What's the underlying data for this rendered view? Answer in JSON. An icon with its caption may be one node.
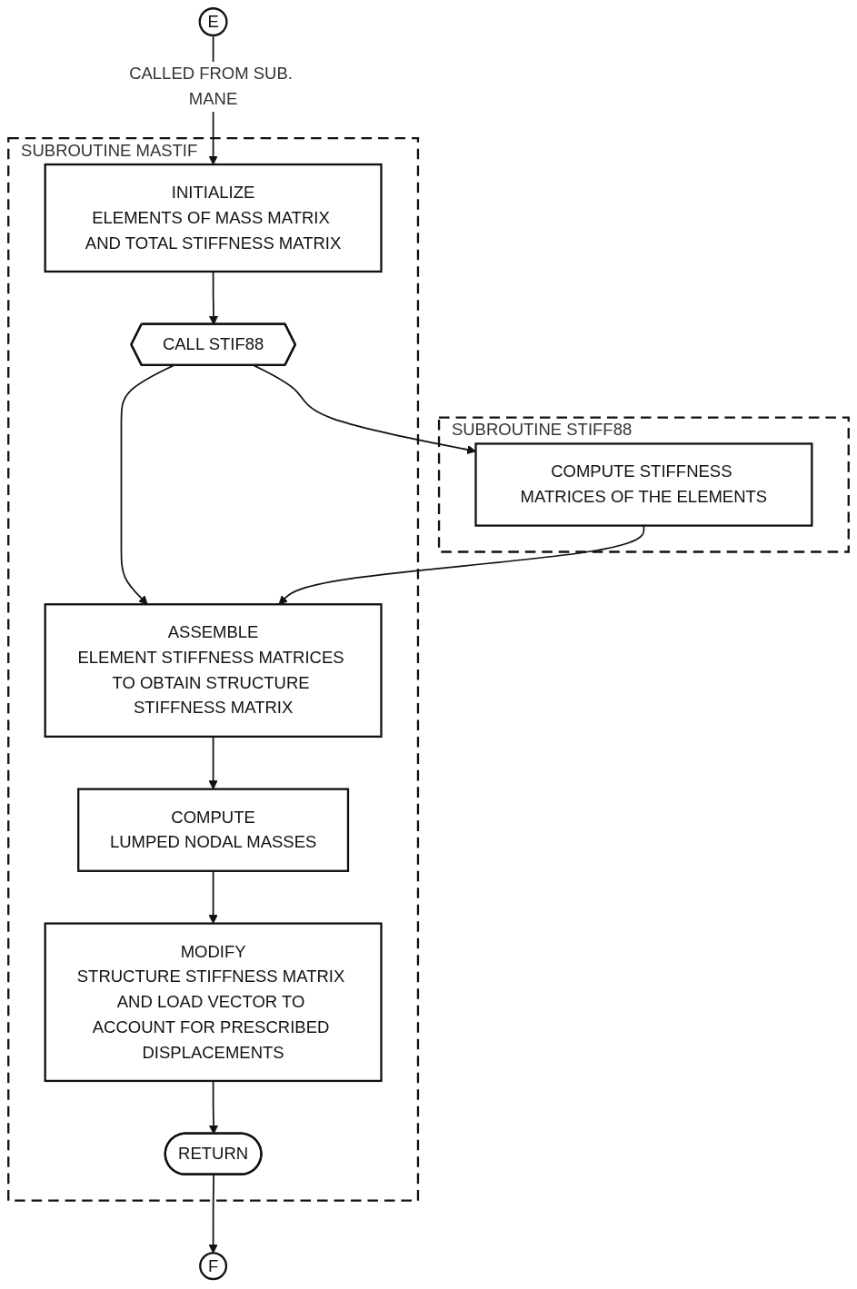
{
  "diagram": {
    "nodes": [
      {
        "text": [
          "E"
        ]
      },
      {
        "text": [
          "SUBROUTINE MASTIF"
        ]
      },
      {
        "text": [
          "INITIALIZE",
          "ELEMENTS OF MASS MATRIX AND TOTAL STIFFNESS MATRIX"
        ],
        "in": 1
      },
      {
        "text": [
          "CALL STIF88"
        ],
        "in": 1
      },
      {
        "text": [
          "SUBROUTINE STIFF88"
        ]
      },
      {
        "text": [
          "COMPUTE STIFFNESS MATRICES OF THE ELEMENTS"
        ],
        "in": 4
      },
      {
        "text": [
          "ASSEMBLE",
          "ELEMENT STIFFNESS MATRICES TO OBTAIN STRUCTURE STIFFNESS MATRIX"
        ],
        "in": 1
      },
      {
        "text": [
          "COMPUTE",
          "LUMPED NODAL MASSES"
        ],
        "in": 1
      },
      {
        "text": [
          "MODIFY",
          "STRUCTURE STIFFNESS MATRIX AND LOAD VECTOR TO ACCOUNT FOR PRESCRIBED DISPLACEMENTS"
        ],
        "in": 1
      },
      {
        "text": [
          "RETURN"
        ],
        "in": 1
      },
      {
        "text": [
          "F"
        ]
      }
    ],
    "edges": [
      {
        "from": 0,
        "to": 2,
        "arrow": "to",
        "label": "CALLED FROM SUB. MANE"
      },
      {
        "from": 2,
        "to": 3,
        "arrow": "to"
      },
      {
        "from": 3,
        "to": 5,
        "arrow": "to"
      },
      {
        "from": 3,
        "to": 6,
        "arrow": "to"
      },
      {
        "from": 5,
        "to": 6,
        "arrow": "to"
      },
      {
        "from": 6,
        "to": 7,
        "arrow": "to"
      },
      {
        "from": 7,
        "to": 8,
        "arrow": "to"
      },
      {
        "from": 8,
        "to": 9,
        "arrow": "to"
      },
      {
        "from": 9,
        "to": 10,
        "arrow": "to"
      }
    ]
  }
}
